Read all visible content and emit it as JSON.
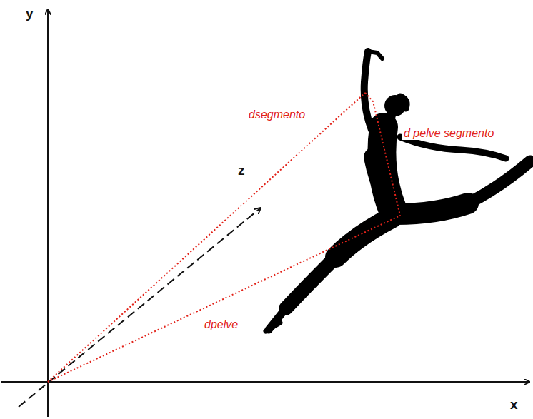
{
  "diagram": {
    "labels": [
      "y",
      "z",
      "x",
      "dsegmento",
      "d pelve segmento",
      "dpelve"
    ]
  }
}
